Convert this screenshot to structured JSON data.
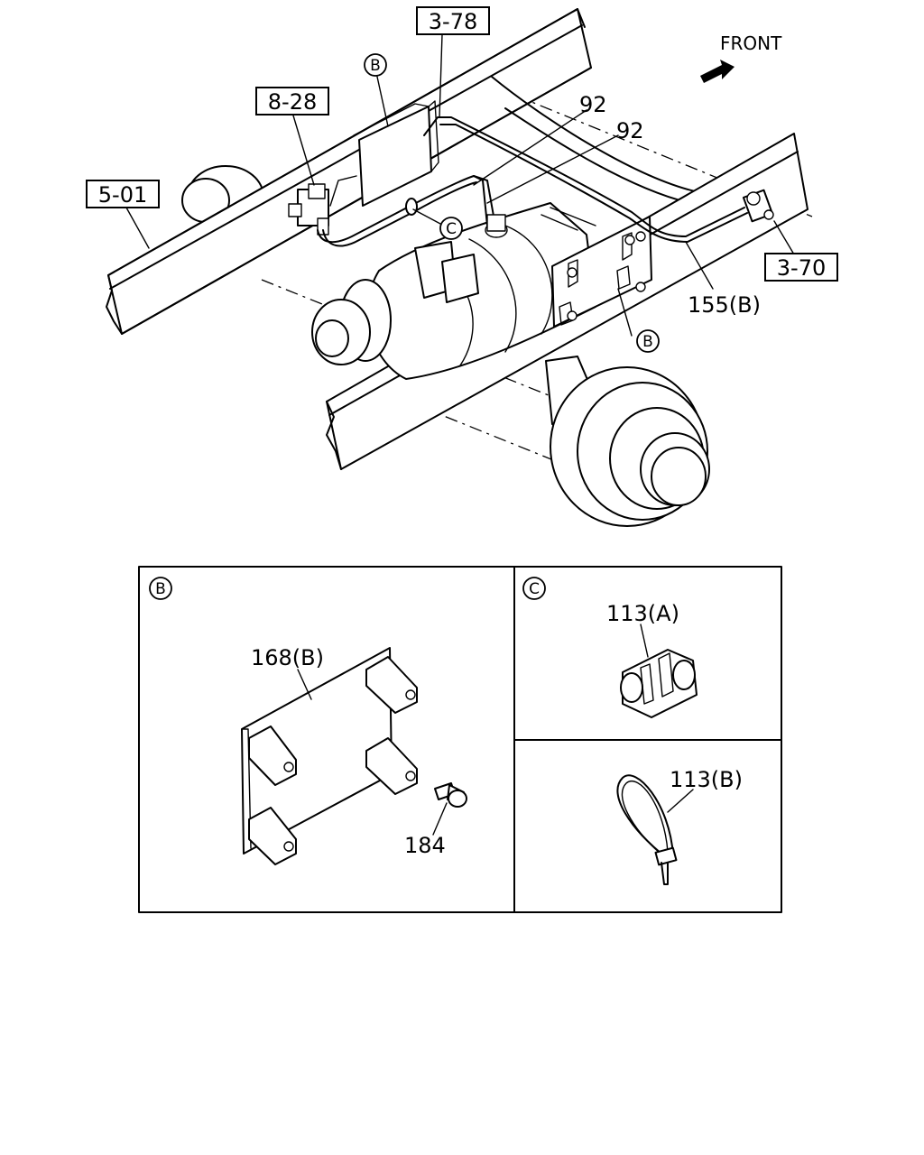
{
  "direction": {
    "label": "FRONT"
  },
  "references": {
    "r1": "3-78",
    "r2": "8-28",
    "r3": "5-01",
    "r4": "3-70"
  },
  "parts": {
    "p1": "92",
    "p2": "92",
    "p3": "155(B)",
    "p4": "168(B)",
    "p5": "184",
    "p6": "113(A)",
    "p7": "113(B)"
  },
  "callouts": {
    "b": "B",
    "c": "C"
  }
}
